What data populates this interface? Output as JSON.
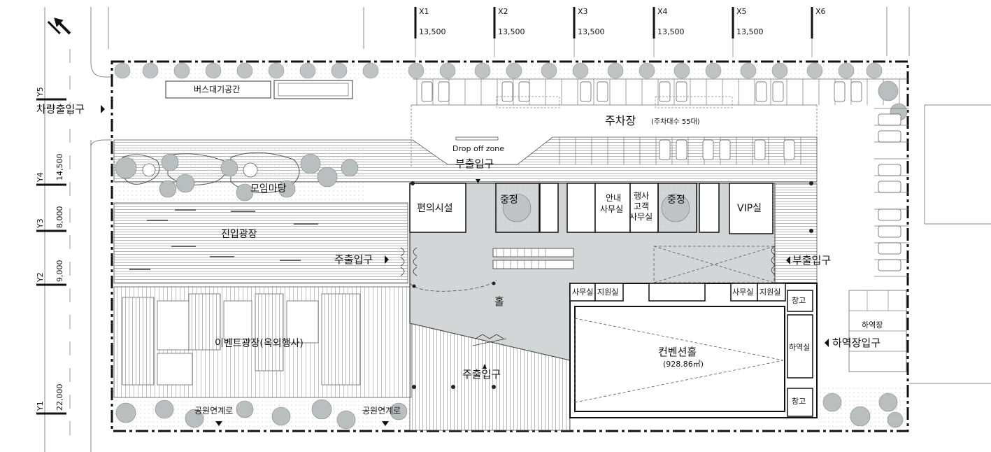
{
  "grid": {
    "columns": [
      {
        "label": "X1",
        "span": "13,500"
      },
      {
        "label": "X2",
        "span": "13,500"
      },
      {
        "label": "X3",
        "span": "13,500"
      },
      {
        "label": "X4",
        "span": "13,500"
      },
      {
        "label": "X5",
        "span": "13,500"
      },
      {
        "label": "X6",
        "span": ""
      }
    ],
    "rows": [
      {
        "label": "Y5",
        "span": ""
      },
      {
        "label": "Y4",
        "span": "14,500"
      },
      {
        "label": "Y3",
        "span": "8,000"
      },
      {
        "label": "Y2",
        "span": "9,000"
      },
      {
        "label": "Y1",
        "span": "22,000"
      }
    ]
  },
  "spaces": {
    "bus_waiting": "버스대기공간",
    "parking": "주차장",
    "parking_note": "(주차대수 55대)",
    "drop_off": "Drop off zone",
    "gathering_yard": "모임마당",
    "entrance_plaza": "진입광장",
    "event_plaza": "이벤트광장(옥외행사)",
    "convenience": "편의시설",
    "courtyard_1": "중정",
    "courtyard_2": "중정",
    "info_office_1": "안내",
    "info_office_2": "사무실",
    "event_office_1": "행사",
    "event_office_2": "고객",
    "event_office_3": "사무실",
    "vip": "VIP실",
    "hall": "홀",
    "office_1": "사무실",
    "support_1": "지원실",
    "office_2": "사무실",
    "support_2": "지원실",
    "storage_1": "창고",
    "storage_2": "창고",
    "loading_room": "하역실",
    "loading_yard": "하역장",
    "convention_hall": "컨벤션홀",
    "convention_area": "(928.86㎡)"
  },
  "entrances": {
    "vehicle": "차량출입구",
    "sub_top": "부출입구",
    "main_left": "주출입구",
    "sub_right": "부출입구",
    "main_bottom": "주출입구",
    "loading": "하역장입구",
    "park_link_1": "공원연계로",
    "park_link_2": "공원연계로"
  },
  "colors": {
    "hall_floor": "#d3d6d6",
    "deck": "#7d7d7d",
    "tree": "#b7bcbc",
    "line": "#111111"
  },
  "icons": [
    "north-arrow-icon",
    "entrance-arrow-icon",
    "tree-icon",
    "car-icon"
  ]
}
